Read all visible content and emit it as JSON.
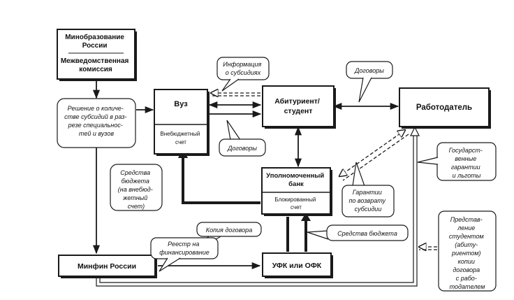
{
  "colors": {
    "ink": "#1a1a1a",
    "paper": "#ffffff"
  },
  "nodes": {
    "minobr": {
      "title": "Минобразование России",
      "subtitle": "Межведомственная комиссия"
    },
    "vuz": {
      "title": "Вуз",
      "subtitle": "Внебюджетный счет"
    },
    "abit": {
      "title": "Абитуриент/ студент"
    },
    "employer": {
      "title": "Работодатель"
    },
    "bank": {
      "title": "Уполномоченный банк",
      "subtitle": "Блокированный счет"
    },
    "minfin": {
      "title": "Минфин России"
    },
    "ufk": {
      "title": "УФК или ОФК"
    }
  },
  "callouts": {
    "decision": "Решение о количестве субсидий в разрезе специальностей и вузов",
    "subsidy_info": "Информация о субсидиях",
    "contracts_top": "Договоры",
    "contracts_mid": "Договоры",
    "budget_funds": "Средства бюджета (на внебюджетный счет)",
    "guarantees_return": "Гарантии по возврату субсидии",
    "state_guarantees": "Государственные гарантии и льготы",
    "contract_copy": "Копия договора",
    "budget_funds_2": "Средства бюджета",
    "register": "Реестр на финансирование",
    "presentation": "Представление студентом (абитуриентом) копии договора с работодателем"
  }
}
